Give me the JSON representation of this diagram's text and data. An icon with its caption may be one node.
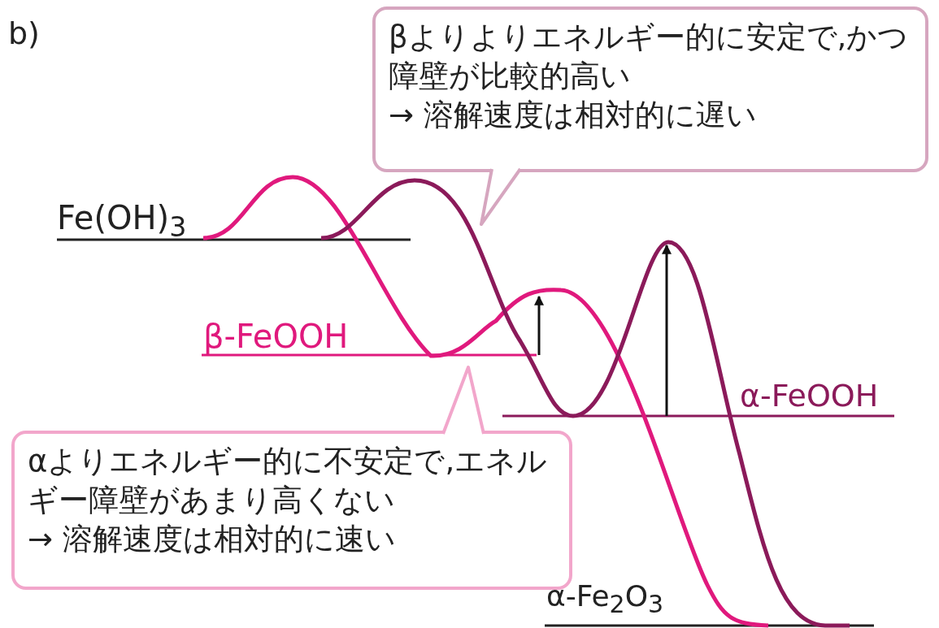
{
  "diagram": {
    "nodes": [
      {
        "text": [
          "βよりよりエネルギー的に安定で,かつ障壁が比較的高い",
          "→ 溶解速度は相対的に遅い"
        ]
      },
      {
        "text": [
          "αよりエネルギー的に不安定で,エネルギー障壁があまり高くない",
          "→ 溶解速度は相対的に速い"
        ]
      }
    ],
    "labels": [
      "b)",
      "Fe(OH)$_{3}$",
      "β-FeOOH",
      "α-FeOOH",
      "α-Fe$_{2}$O$_{3}$"
    ]
  }
}
